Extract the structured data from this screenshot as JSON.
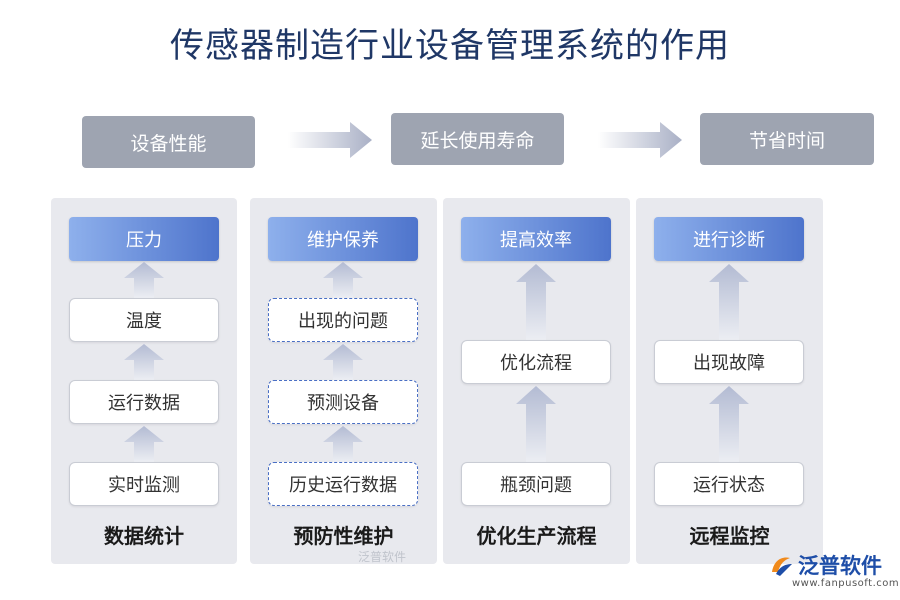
{
  "title": "传感器制造行业设备管理系统的作用",
  "flow": [
    "设备性能",
    "延长使用寿命",
    "节省时间"
  ],
  "columns": [
    {
      "header": "压力",
      "items": [
        "温度",
        "运行数据",
        "实时监测"
      ],
      "label": "数据统计"
    },
    {
      "header": "维护保养",
      "items": [
        "出现的问题",
        "预测设备",
        "历史运行数据"
      ],
      "label": "预防性维护"
    },
    {
      "header": "提高效率",
      "items": [
        "优化流程",
        "瓶颈问题"
      ],
      "label": "优化生产流程"
    },
    {
      "header": "进行诊断",
      "items": [
        "出现故障",
        "运行状态"
      ],
      "label": "远程监控"
    }
  ],
  "watermark": "泛普软件",
  "logo": {
    "name": "泛普软件",
    "url": "www.fanpusoft.com"
  },
  "colors": {
    "header_start": "#8eb0ec",
    "header_end": "#4e74cc",
    "flow_box": "#9ea4b1",
    "panel": "#e8e9ee",
    "dashed_border": "#4a6fc4"
  }
}
